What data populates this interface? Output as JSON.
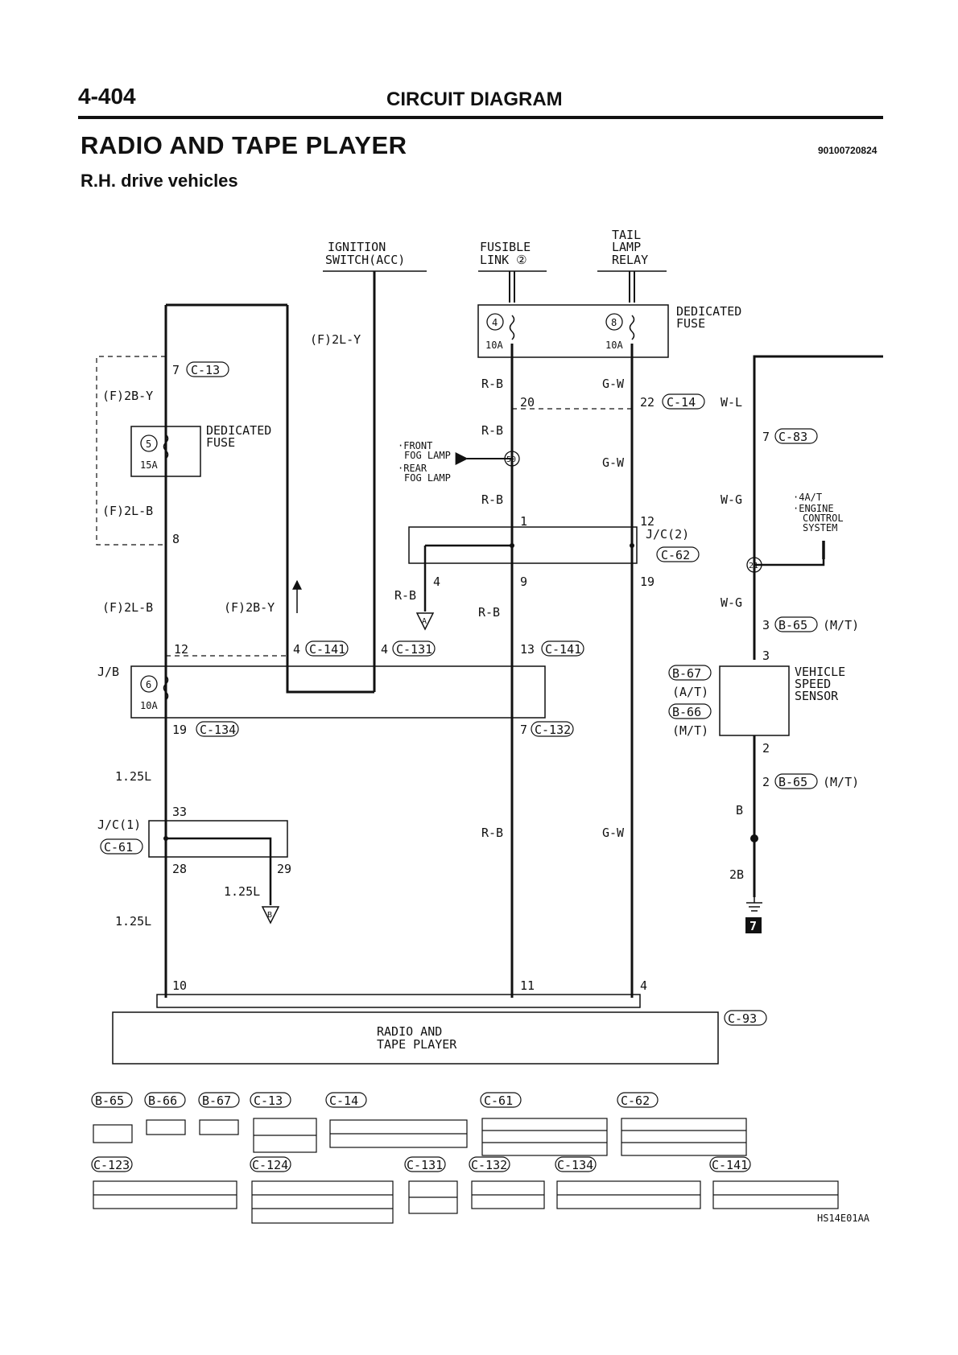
{
  "header": {
    "page_number": "4-404",
    "section": "CIRCUIT DIAGRAM",
    "title": "RADIO AND TAPE PLAYER",
    "subtitle": "R.H. drive vehicles",
    "code": "90100720824"
  },
  "sources": {
    "ignition_l1": "IGNITION",
    "ignition_l2": "SWITCH(ACC)",
    "fusible_l1": "FUSIBLE",
    "fusible_l2": "LINK ②",
    "tail_l1": "TAIL",
    "tail_l2": "LAMP",
    "tail_l3": "RELAY"
  },
  "fuses": {
    "ded_top_l1": "DEDICATED",
    "ded_top_l2": "FUSE",
    "f4_no": "4",
    "f4_amp": "10A",
    "f8_no": "8",
    "f8_amp": "10A",
    "ded_left_l1": "DEDICATED",
    "ded_left_l2": "FUSE",
    "f5_no": "5",
    "f5_amp": "15A",
    "jb_label": "J/B",
    "f6_no": "6",
    "f6_amp": "10A"
  },
  "wires": {
    "f2l_y": "(F)2L-Y",
    "f2b_y": "(F)2B-Y",
    "f2l_b_a": "(F)2L-B",
    "f2l_b_b": "(F)2L-B",
    "f2b_y_b": "(F)2B-Y",
    "rb_1": "R-B",
    "rb_2": "R-B",
    "rb_3": "R-B",
    "rb_4": "R-B",
    "rb_5": "R-B",
    "rb_6": "R-B",
    "gw_1": "G-W",
    "gw_2": "G-W",
    "gw_3": "G-W",
    "wl": "W-L",
    "wg_1": "W-G",
    "wg_2": "W-G",
    "l125_1": "1.25L",
    "l125_2": "1.25L",
    "l125_3": "1.25L",
    "b": "B",
    "b2": "2B"
  },
  "pins": {
    "p7": "7",
    "p8": "8",
    "p20": "20",
    "p22": "22",
    "p1": "1",
    "p12": "12",
    "p4": "4",
    "p9": "9",
    "p19": "19",
    "p12b": "12",
    "p4b": "4",
    "p4c": "4",
    "p13": "13",
    "p19b": "19",
    "p7b": "7",
    "p33": "33",
    "p28": "28",
    "p29": "29",
    "p10": "10",
    "p11": "11",
    "p4d": "4",
    "p7c": "7",
    "p3": "3",
    "p3b": "3",
    "p2": "2",
    "p2b": "2"
  },
  "connectors": {
    "c13": "C-13",
    "c14": "C-14",
    "c62": "C-62",
    "c141a": "C-141",
    "c131": "C-131",
    "c141b": "C-141",
    "c134": "C-134",
    "c132": "C-132",
    "c61": "C-61",
    "c83": "C-83",
    "b65a": "B-65",
    "b65b": "B-65",
    "b67": "B-67",
    "b66": "B-66",
    "c93": "C-93"
  },
  "junctions": {
    "jc2": "J/C(2)",
    "jc1": "J/C(1)",
    "j50": "50",
    "j21": "21"
  },
  "components": {
    "fog_l1": "·FRONT",
    "fog_l2": "FOG LAMP",
    "fog_l3": "·REAR",
    "fog_l4": "FOG LAMP",
    "ecs_l1": "·4A/T",
    "ecs_l2": "·ENGINE",
    "ecs_l3": "CONTROL",
    "ecs_l4": "SYSTEM",
    "vss_l1": "VEHICLE",
    "vss_l2": "SPEED",
    "vss_l3": "SENSOR",
    "at": "(A/T)",
    "mt": "(M/T)",
    "mt_b": "(M/T)",
    "mt_c": "(M/T)",
    "radio_l1": "RADIO AND",
    "radio_l2": "TAPE PLAYER",
    "ground_a": "A",
    "ground_b": "B",
    "ground_no": "7"
  },
  "connector_views": {
    "row1": [
      "B-65",
      "B-66",
      "B-67",
      "C-13",
      "C-14",
      "C-61",
      "C-62"
    ],
    "row2": [
      "C-123",
      "C-124",
      "C-131",
      "C-132",
      "C-134",
      "C-141"
    ],
    "figure_code": "HS14E01AA"
  }
}
